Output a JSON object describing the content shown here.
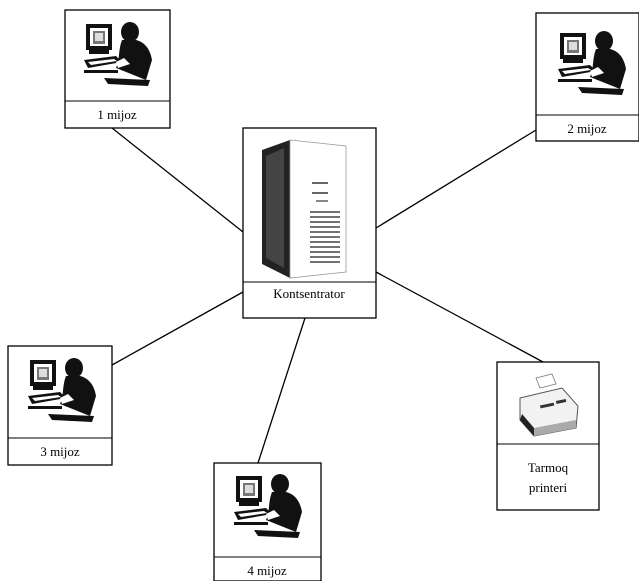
{
  "nodes": {
    "hub": {
      "label": "Kontsentrator"
    },
    "client1": {
      "label": "1 mijoz"
    },
    "client2": {
      "label": "2 mijoz"
    },
    "client3": {
      "label": "3 mijoz"
    },
    "client4": {
      "label": "4 mijoz"
    },
    "printer": {
      "label_line1": "Tarmoq",
      "label_line2": "printeri"
    }
  },
  "icons": {
    "hub": "server-tower-icon",
    "clients": "user-at-computer-icon",
    "printer": "printer-icon"
  }
}
